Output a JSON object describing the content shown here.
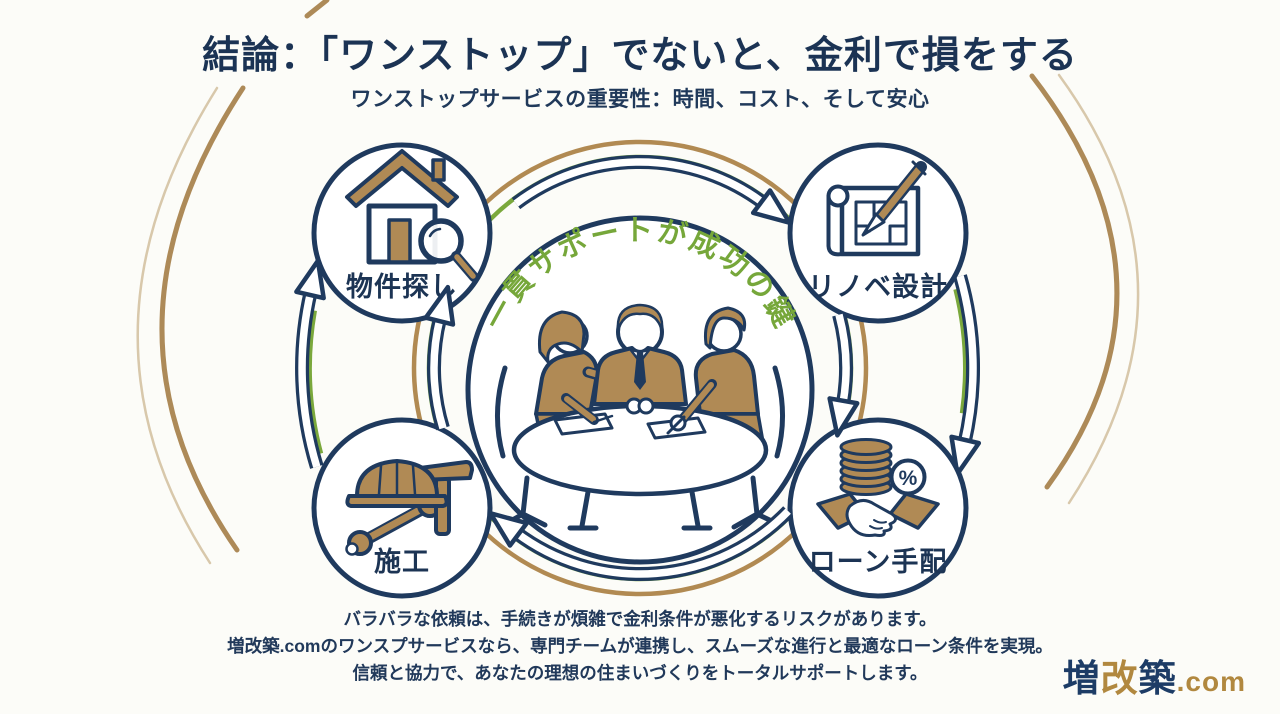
{
  "header": {
    "title": "結論：「ワンストップ」でないと、金利で損をする",
    "subtitle": "ワンストップサービスの重要性：時間、コスト、そして安心"
  },
  "diagram": {
    "center_message": "一貫サポートが成功の鍵",
    "center_illustration": "three-people-meeting-at-round-table",
    "cycle_direction": "clockwise",
    "percent_symbol": "%",
    "nodes": [
      {
        "position": "top-left",
        "label": "物件探し",
        "icon": "house-magnifier-icon"
      },
      {
        "position": "top-right",
        "label": "リノベ設計",
        "icon": "blueprint-pencil-icon"
      },
      {
        "position": "bottom-left",
        "label": "施工",
        "icon": "hardhat-hammer-wrench-icon"
      },
      {
        "position": "bottom-right",
        "label": "ローン手配",
        "icon": "coins-percent-handshake-icon"
      }
    ],
    "colors": {
      "navy": "#1f3a5e",
      "green": "#7aa83c",
      "tan": "#b18a52",
      "tan_light": "#d8c8ab",
      "background": "#fcfcf8"
    }
  },
  "footer": {
    "lines": [
      "バラバラな依頼は、手続きが煩雑で金利条件が悪化するリスクがあります。",
      "増改築.comのワンスプサービスなら、専門チームが連携し、スムーズな進行と最適なローン条件を実現。",
      "信頼と協力で、あなたの理想の住まいづくりをトータルサポートします。"
    ]
  },
  "logo": {
    "char1": "増",
    "char2": "改",
    "char3": "築",
    "suffix": ".com"
  }
}
